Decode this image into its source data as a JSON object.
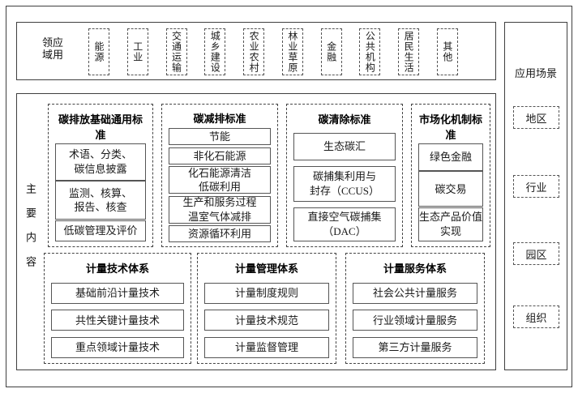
{
  "top": {
    "label": "应用领域",
    "sectors": [
      "能源",
      "工业",
      "交通运输",
      "城乡建设",
      "农业农村",
      "林业草原",
      "金融",
      "公共机构",
      "居民生活",
      "其他"
    ]
  },
  "right": {
    "label": "应用场景",
    "scenes": [
      "地区",
      "行业",
      "园区",
      "组织"
    ]
  },
  "main": {
    "label": "主要内容",
    "standard_groups": [
      {
        "title": "碳排放基础通用标准",
        "items": [
          "术语、分类、\n碳信息披露",
          "监测、核算、\n报告、核查",
          "低碳管理及评价"
        ]
      },
      {
        "title": "碳减排标准",
        "items": [
          "节能",
          "非化石能源",
          "化石能源清洁\n低碳利用",
          "生产和服务过程\n温室气体减排",
          "资源循环利用"
        ]
      },
      {
        "title": "碳清除标准",
        "items": [
          "生态碳汇",
          "碳捕集利用与\n封存（CCUS）",
          "直接空气碳捕集\n（DAC）"
        ]
      },
      {
        "title": "市场化机制标准",
        "items": [
          "绿色金融",
          "碳交易",
          "生态产品价值\n实现"
        ]
      }
    ],
    "system_groups": [
      {
        "title": "计量技术体系",
        "items": [
          "基础前沿计量技术",
          "共性关键计量技术",
          "重点领域计量技术"
        ]
      },
      {
        "title": "计量管理体系",
        "items": [
          "计量制度规则",
          "计量技术规范",
          "计量监督管理"
        ]
      },
      {
        "title": "计量服务体系",
        "items": [
          "社会公共计量服务",
          "行业领域计量服务",
          "第三方计量服务"
        ]
      }
    ]
  },
  "colors": {
    "line": "#3f3f3f",
    "dashed_line": "#555555",
    "background": "#ffffff",
    "text": "#1a1a1a"
  }
}
